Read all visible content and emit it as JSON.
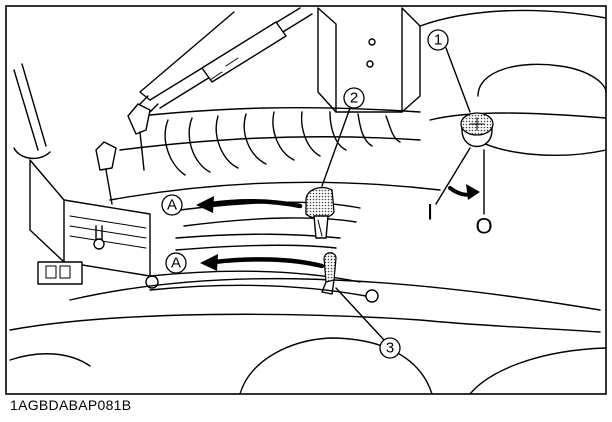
{
  "figure": {
    "code": "1AGBDABAP081B",
    "callouts": [
      "1",
      "2",
      "3"
    ],
    "direction_label": "A",
    "position_off": "O",
    "position_on": "I"
  }
}
